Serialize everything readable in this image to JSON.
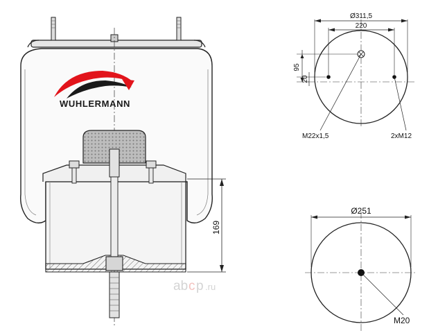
{
  "brand": {
    "name": "WUHLERMANN",
    "swoosh_colors": [
      "#e2141b",
      "#1a1a1a"
    ]
  },
  "side_view": {
    "height_label": "169"
  },
  "top_view": {
    "outer_diameter_label": "Ø311,5",
    "stud_spacing_label": "220",
    "offset_label_a": "95",
    "offset_label_b": "20",
    "center_thread_label": "M22x1,5",
    "stud_thread_label": "2xM12"
  },
  "bottom_view": {
    "diameter_label": "Ø251",
    "thread_label": "M20"
  },
  "watermark": {
    "text": "ab",
    "accent": "c",
    "suffix": "p",
    "domain": ".ru"
  }
}
